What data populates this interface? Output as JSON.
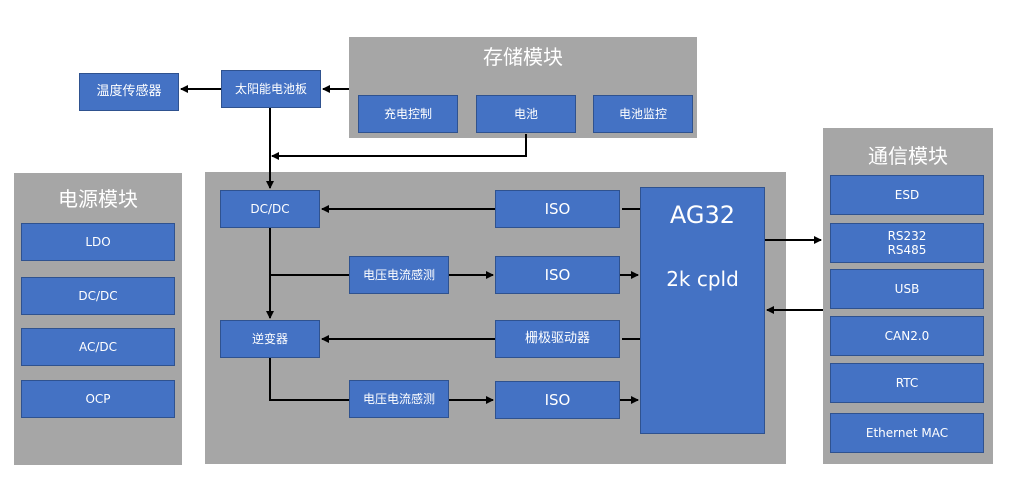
{
  "storage": {
    "title": "存储模块",
    "charge_control": "充电控制",
    "battery": "电池",
    "battery_monitor": "电池监控"
  },
  "temp_sensor": "温度传感器",
  "solar_panel": "太阳能电池板",
  "power": {
    "title": "电源模块",
    "items": [
      "LDO",
      "DC/DC",
      "AC/DC",
      "OCP"
    ]
  },
  "main": {
    "dcdc": "DC/DC",
    "inverter": "逆变器",
    "sense_1": "电压电流感测",
    "sense_2": "电压电流感测",
    "iso_1": "ISO",
    "iso_2": "ISO",
    "iso_3": "ISO",
    "gate_driver": "栅极驱动器",
    "core_name": "AG32",
    "core_sub": "2k cpld"
  },
  "comm": {
    "title": "通信模块",
    "items": [
      "ESD",
      "RS232\nRS485",
      "USB",
      "CAN2.0",
      "RTC",
      "Ethernet MAC"
    ]
  },
  "colors": {
    "block": "#4472c4",
    "panel": "#a6a6a6",
    "wire": "#000000"
  }
}
